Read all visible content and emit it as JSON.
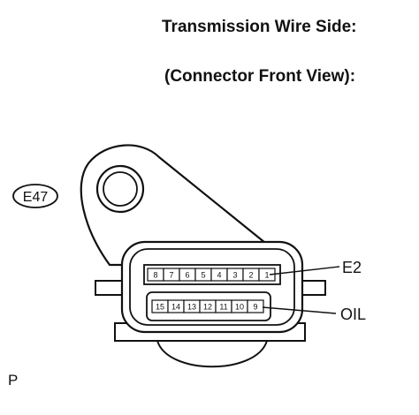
{
  "header": {
    "line1": "Transmission Wire Side:",
    "line2": "(Connector Front View):"
  },
  "connector": {
    "id": "E47",
    "row_top": [
      "8",
      "7",
      "6",
      "5",
      "4",
      "3",
      "2",
      "1"
    ],
    "row_bottom": [
      "15",
      "14",
      "13",
      "12",
      "11",
      "10",
      "9"
    ],
    "callouts": {
      "e2": "E2",
      "oil": "OIL"
    }
  },
  "footer": {
    "label": "P"
  }
}
